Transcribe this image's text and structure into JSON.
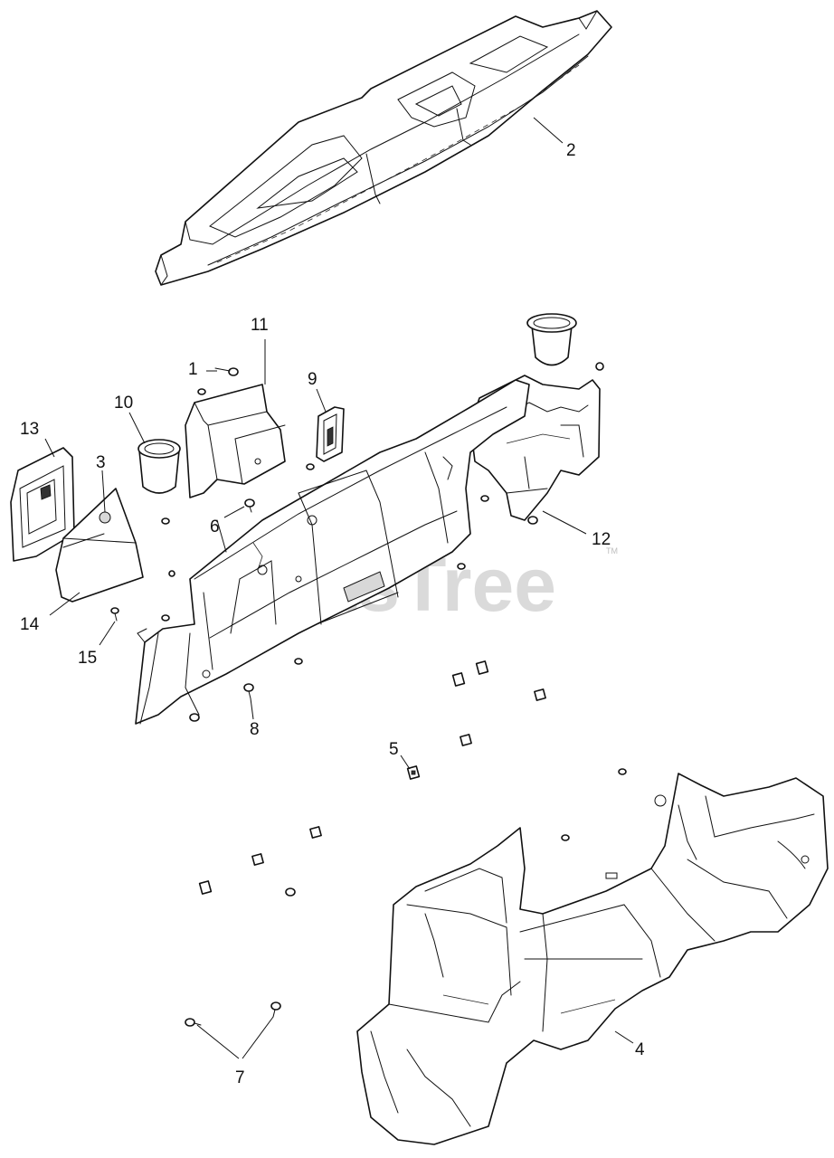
{
  "watermark": {
    "text": "PartsTree",
    "trademark": "TM"
  },
  "callouts": {
    "c1": "1",
    "c2": "2",
    "c3": "3",
    "c4": "4",
    "c5": "5",
    "c6": "6",
    "c7": "7",
    "c8": "8",
    "c9": "9",
    "c10": "10",
    "c11": "11",
    "c12": "12",
    "c13": "13",
    "c14": "14",
    "c15": "15"
  }
}
